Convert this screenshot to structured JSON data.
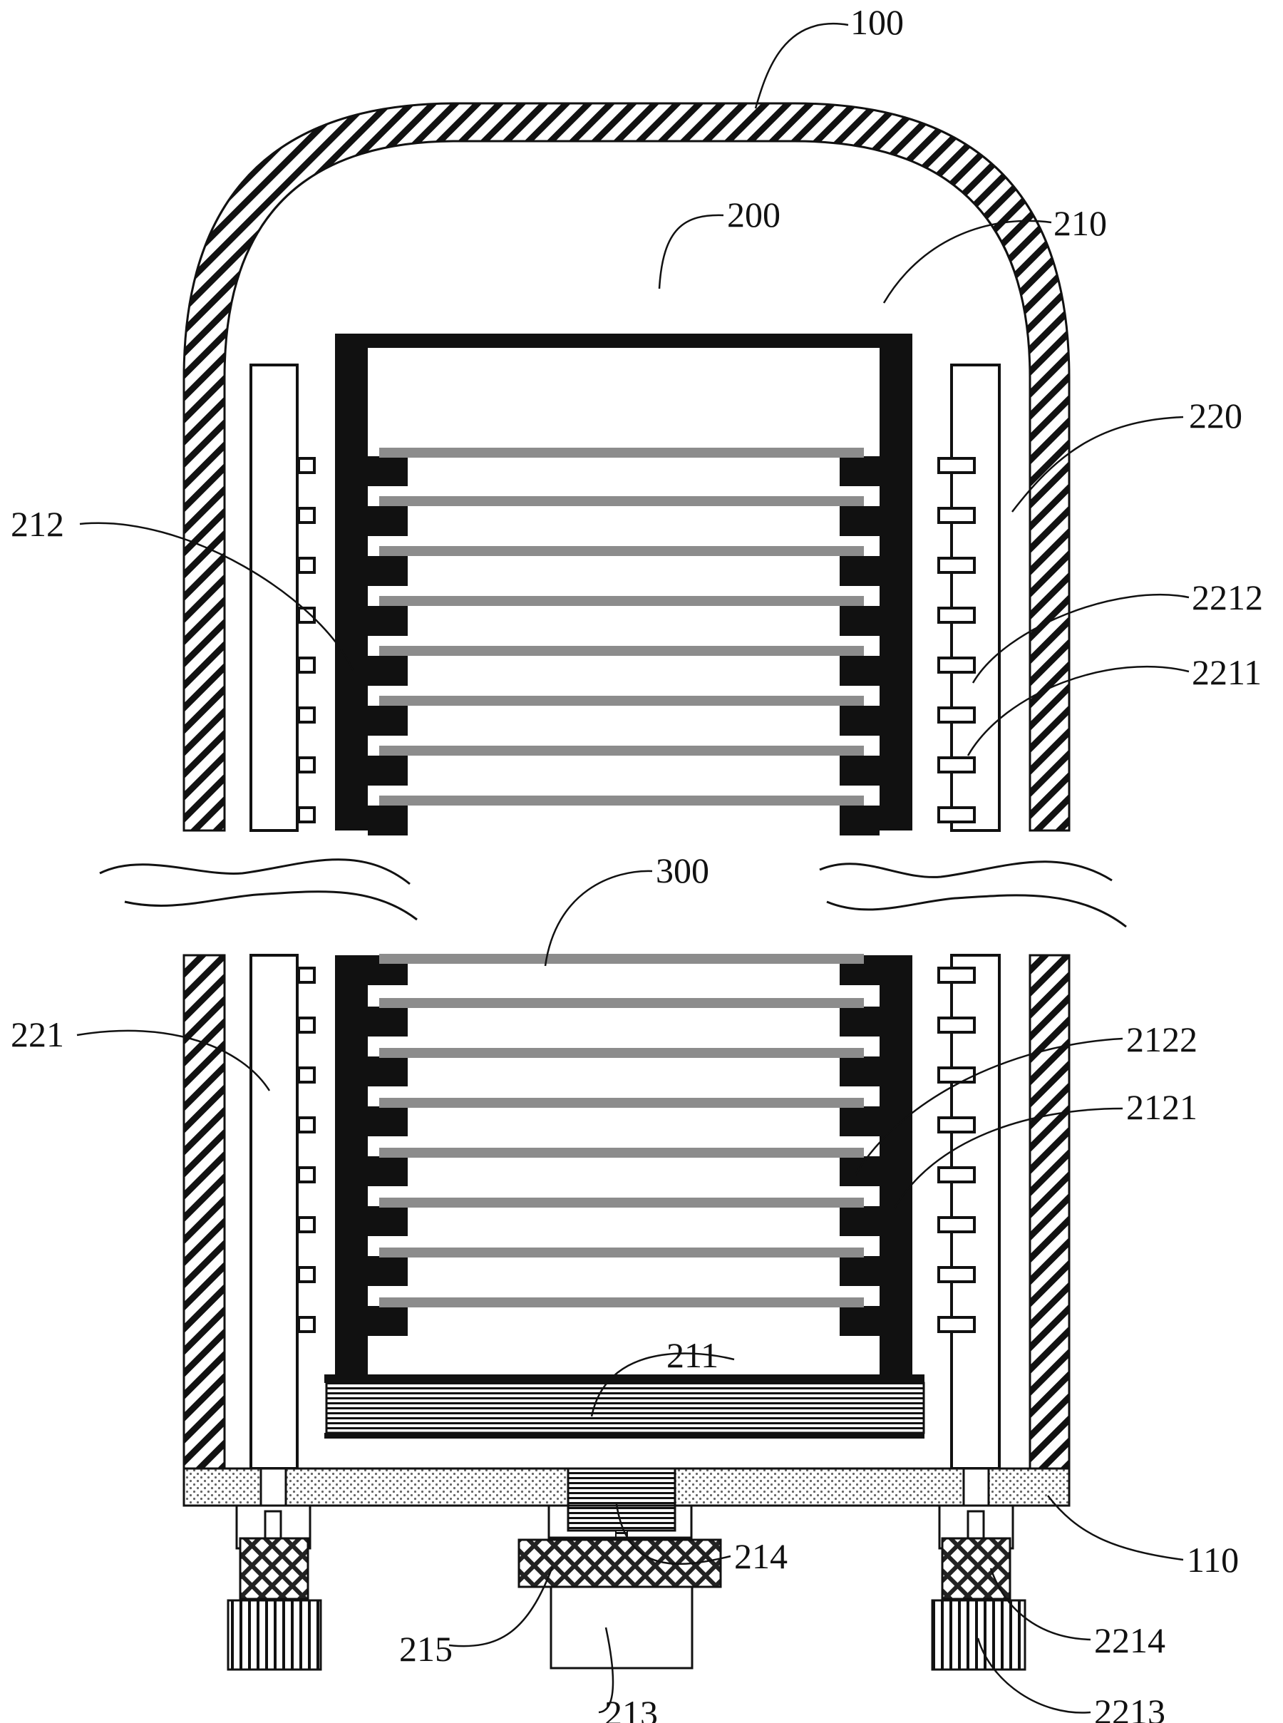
{
  "labels": {
    "furnace_bell": "100",
    "base_plate": "110",
    "process_chamber": "200",
    "wafer_boat": "210",
    "boat_base": "211",
    "boat_column": "212",
    "column_body": "2121",
    "support_tooth": "2122",
    "rotary_motor": "213",
    "shaft_seal": "214",
    "motor_coupling": "215",
    "gas_injector_assembly": "220",
    "injector_tube": "221",
    "injector_tube_wall": "2211",
    "injector_nozzle": "2212",
    "gas_supply_connector": "2213",
    "tube_coupling": "2214",
    "wafer": "300"
  },
  "colors": {
    "line": "#111111",
    "wafer": "#8c8c8c",
    "base_plate_dots": "#666666"
  }
}
